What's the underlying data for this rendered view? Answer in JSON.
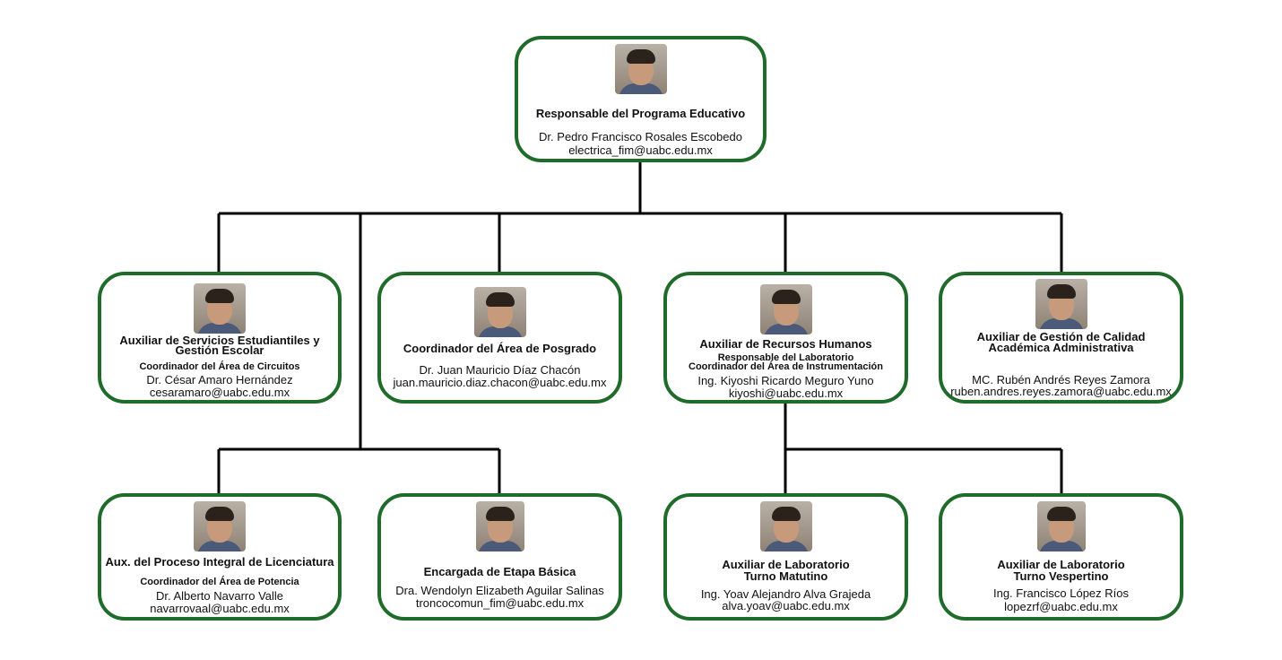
{
  "nodes": {
    "root": {
      "role": "Responsable del Programa Educativo",
      "name": "Dr. Pedro Francisco Rosales Escobedo",
      "email": "electrica_fim@uabc.edu.mx"
    },
    "servicios": {
      "role_line1": "Auxiliar de Servicios Estudiantiles y",
      "role_line2": "Gestión Escolar",
      "sub": "Coordinador del Área de Circuitos",
      "name": "Dr. César Amaro Hernández",
      "email": "cesaramaro@uabc.edu.mx"
    },
    "posgrado": {
      "role": "Coordinador del Área de Posgrado",
      "name": "Dr. Juan Mauricio Díaz Chacón",
      "email": "juan.mauricio.diaz.chacon@uabc.edu.mx"
    },
    "rrhh": {
      "role": "Auxiliar de Recursos Humanos",
      "sub1": "Responsable del Laboratorio",
      "sub2": "Coordinador del Área de Instrumentación",
      "name": "Ing. Kiyoshi Ricardo Meguro Yuno",
      "email": "kiyoshi@uabc.edu.mx"
    },
    "calidad": {
      "role_line1": "Auxiliar de Gestión de Calidad",
      "role_line2": "Académica Administrativa",
      "name": "MC. Rubén Andrés Reyes Zamora",
      "email": "ruben.andres.reyes.zamora@uabc.edu.mx"
    },
    "licenciatura": {
      "role": "Aux. del Proceso Integral de Licenciatura",
      "sub": "Coordinador del Área de Potencia",
      "name": "Dr. Alberto Navarro Valle",
      "email": "navarrovaal@uabc.edu.mx"
    },
    "basica": {
      "role": "Encargada de Etapa Básica",
      "name": "Dra. Wendolyn Elizabeth Aguilar Salinas",
      "email": "troncocomun_fim@uabc.edu.mx"
    },
    "matutino": {
      "role_line1": "Auxiliar de Laboratorio",
      "role_line2": "Turno Matutino",
      "name": "Ing. Yoav Alejandro Alva Grajeda",
      "email": "alva.yoav@uabc.edu.mx"
    },
    "vespertino": {
      "role_line1": "Auxiliar de Laboratorio",
      "role_line2": "Turno Vespertino",
      "name": "Ing. Francisco López Ríos",
      "email": "lopezrf@uabc.edu.mx"
    }
  },
  "colors": {
    "border": "#1e6b2a",
    "connector": "#000000"
  }
}
